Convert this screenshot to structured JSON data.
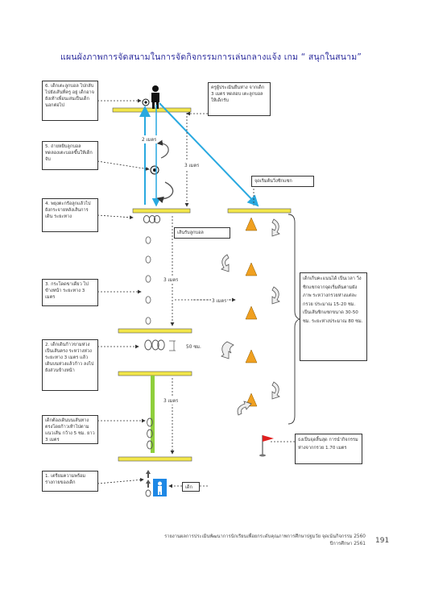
{
  "title": "แผนผังภาพการจัดสนามในการจัดกิจกรรมการเล่นกลางแจ้ง เกม “ สนุกในสนาม”",
  "steps": [
    {
      "id": "step6",
      "text": "6. เด็กเตะลูกบอล ไปกลับไปยังเส้นที่ครู อยู่ เด็กอาจยังเท้าเพื่อนเล่นเป็นเด็กนอกต่อไป"
    },
    {
      "id": "step5",
      "text": "5. ถ่ายหยิบลูกบอล ทดลองเตะบอลขึ้นให้เด็กจับ"
    },
    {
      "id": "step4",
      "text": "4. พยุงตะกร้อลูกแล้วไปยังกระจายหลังเส้นการเดิน ระยะทาง"
    },
    {
      "id": "step3",
      "text": "3. กระโดดขาเดียว ไปข้างหน้า ระยะทาง 3 เมตร"
    },
    {
      "id": "step2",
      "text": "2. เด็กเดินก้าวขามห่วง เป็นเส้นตรง ระหว่างห่วง ระยะทาง 3 เมตร แล้วเดินบนห่วงแล้วก้าว ลงไปยังส่วนข้างหน้า"
    },
    {
      "id": "start_area",
      "text": "เด็กต้องเดินบนเส้นทางตรงโดยก้าวเท้าไปตามแนวเส้น กว้าง 5 ซม. ยาว 3 เมตร"
    },
    {
      "id": "step1",
      "text": "1. เตรียมความพร้อม ร่างกายของเด็ก"
    }
  ],
  "notes": {
    "teacher_note": "ครูผู้ประเมินยืนห่าง จากเด็ก 3 เมตร ทดสอบ เตะลูกบอลให้เด็กรับ",
    "return_label": "จุดเริ่มต้นวิ่งซิกแซก",
    "return_line": "เส้นรับลูกบอล",
    "zigzag_note": "เด็กเก็บคะแนนได้ เป็นเวลา วิ่งซิกแซกจากจุดเริ่มต้นตามผังภาพ ระหว่างกรวยห่างแต่ละกรวย ประมาณ 15-20 ซม. เป็นเส้นซิกแซกขนาด 30-50 ซม. ระยะห่างประมาณ 80 ซม.",
    "flag_note": "ธงเป็นจุดสิ้นสุด การนำกิจกรรม ห่างจากกรวย 1.70 เมตร",
    "child_label": "เด็ก",
    "ring_gap": "50 ซม."
  },
  "distances": {
    "d1": "2 เมตร",
    "d2": "3 เมตร",
    "d3": "3 เมตร",
    "d4": "3 เมตร",
    "d5": "3 เมตร"
  },
  "footer": {
    "line1": "รายงานผลการประเมินพัฒนาการนักเรียนเพื่อยกระดับคุณภาพการศึกษาปฐมวัย จุดเน้นกิจกรรม 2560",
    "line2": "ปีการศึกษา 2561",
    "page": "191"
  },
  "colors": {
    "line_bar": "#f2e64a",
    "arrow_cyan": "#29a9e0",
    "walk_line": "#8fcf3c",
    "cone": "#f0a020",
    "flag": "#e02020",
    "person": "#1e88e5"
  }
}
